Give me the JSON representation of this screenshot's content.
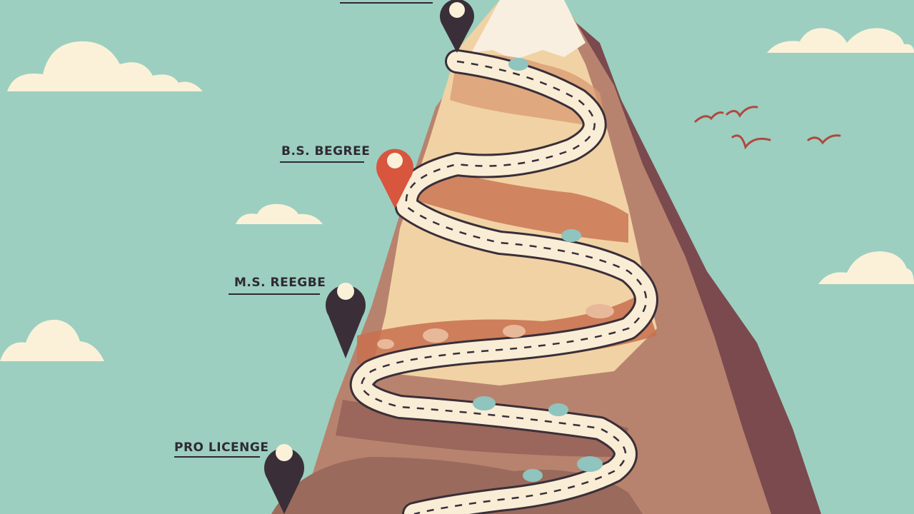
{
  "milestones": [
    {
      "id": "summit",
      "label": ""
    },
    {
      "id": "bs",
      "label": "B.S. BEGREE"
    },
    {
      "id": "ms",
      "label": "M.S. REEGBE"
    },
    {
      "id": "pro",
      "label": "PRO LICENGE"
    }
  ],
  "colors": {
    "sky": "#9ccfc0",
    "cloud": "#fbf1d9",
    "mountain_light": "#f1d2a4",
    "mountain_mid": "#d99a72",
    "mountain_dark": "#7b4a4e",
    "road": "#f9edd6",
    "pin_dark": "#3a2f38",
    "pin_accent": "#d8553e",
    "bird": "#b0483f"
  },
  "icons": [
    "map-pin-icon",
    "cloud-icon",
    "bird-icon"
  ]
}
